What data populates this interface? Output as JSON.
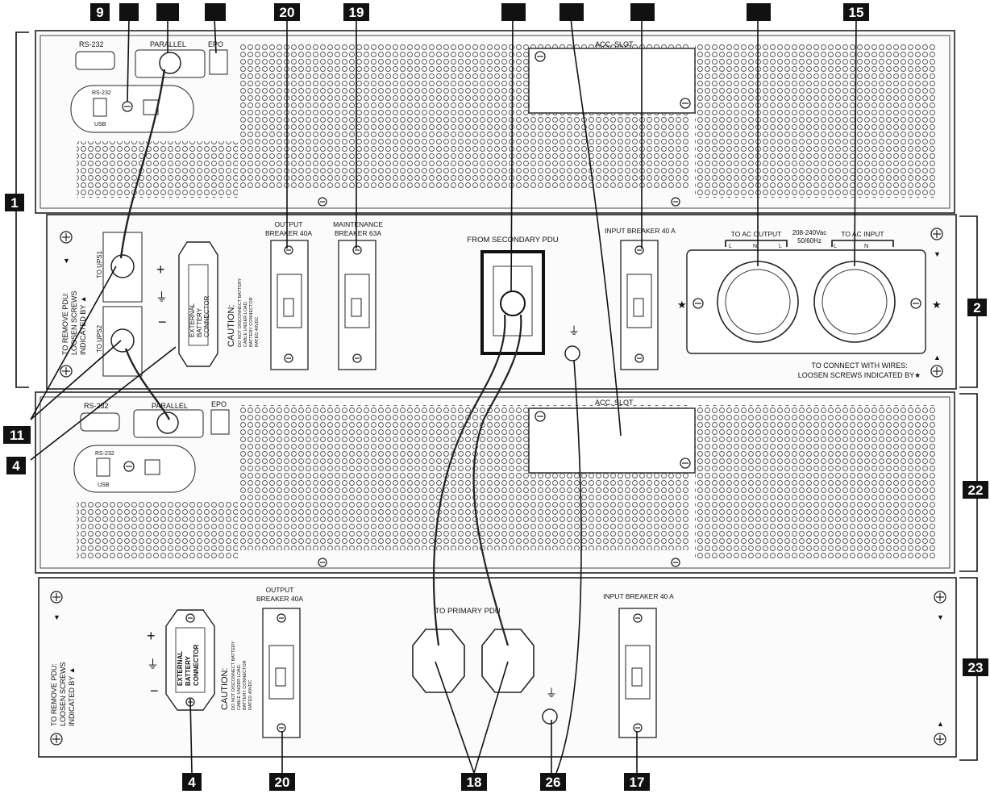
{
  "callouts": {
    "top": [
      "9",
      "",
      "",
      "",
      "20",
      "19",
      "",
      "",
      "",
      "",
      "15"
    ],
    "left": [
      "1",
      "11",
      "4"
    ],
    "right": [
      "2",
      "22",
      "23"
    ],
    "bottom": [
      "4",
      "20",
      "18",
      "26",
      "17"
    ]
  },
  "ups_top": {
    "rs232": "RS-232",
    "parallel": "PARALLEL",
    "epo": "EPO",
    "rs232_small": "RS-232",
    "usb": "USB",
    "acc_slot": "ACC. SLOT"
  },
  "ups_bottom": {
    "rs232": "RS-232",
    "parallel": "PARALLEL",
    "epo": "EPO",
    "rs232_small": "RS-232",
    "usb": "USB",
    "acc_slot": "ACC. SLOT"
  },
  "pdu_secondary": {
    "remove_line1": "TO REMOVE PDU:",
    "remove_line2": "LOOSEN SCREWS",
    "remove_line3": "INDICATED BY ▲",
    "to_ups1": "TO UPS1",
    "to_ups2": "TO UPS2",
    "plus": "+",
    "ground": "⏚",
    "minus": "−",
    "ext_battery_line1": "EXTERNAL",
    "ext_battery_line2": "BATTERY",
    "ext_battery_line3": "CONNECTOR",
    "caution_title": "CAUTION:",
    "caution_line1": "DO NOT DISCONNECT BATTERY",
    "caution_line2": "CABLE UNDER LOAD.",
    "caution_line3": "BATTERY CONNECTOR",
    "caution_line4": "RATED 40VDC",
    "output_breaker_line1": "OUTPUT",
    "output_breaker_line2": "BREAKER 40A",
    "maint_breaker_line1": "MAINTENANCE",
    "maint_breaker_line2": "BREAKER 63A",
    "from_secondary": "FROM SECONDARY PDU",
    "input_breaker": "INPUT BREAKER 40 A",
    "to_ac_output": "TO AC OUTPUT",
    "voltage_line1": "208-240Vac",
    "voltage_line2": "50/60Hz",
    "to_ac_input": "TO AC INPUT",
    "term_l": "L",
    "term_n": "N",
    "connect_line1": "TO CONNECT WITH WIRES:",
    "connect_line2": "LOOSEN SCREWS INDICATED BY★",
    "star": "★"
  },
  "pdu_primary": {
    "remove_line1": "TO REMOVE PDU:",
    "remove_line2": "LOOSEN SCREWS",
    "remove_line3": "INDICATED BY ▲",
    "plus": "+",
    "ground": "⏚",
    "minus": "−",
    "ext_battery_line1": "EXTERNAL",
    "ext_battery_line2": "BATTERY",
    "ext_battery_line3": "CONNECTOR",
    "caution_title": "CAUTION:",
    "caution_line1": "DO NOT DISCONNECT BATTERY",
    "caution_line2": "CABLE UNDER LOAD.",
    "caution_line3": "BATTERY CONNECTOR",
    "caution_line4": "RATED 40VDC",
    "output_breaker_line1": "OUTPUT",
    "output_breaker_line2": "BREAKER 40A",
    "to_primary": "TO PRIMARY PDU",
    "input_breaker": "INPUT BREAKER 40 A"
  }
}
